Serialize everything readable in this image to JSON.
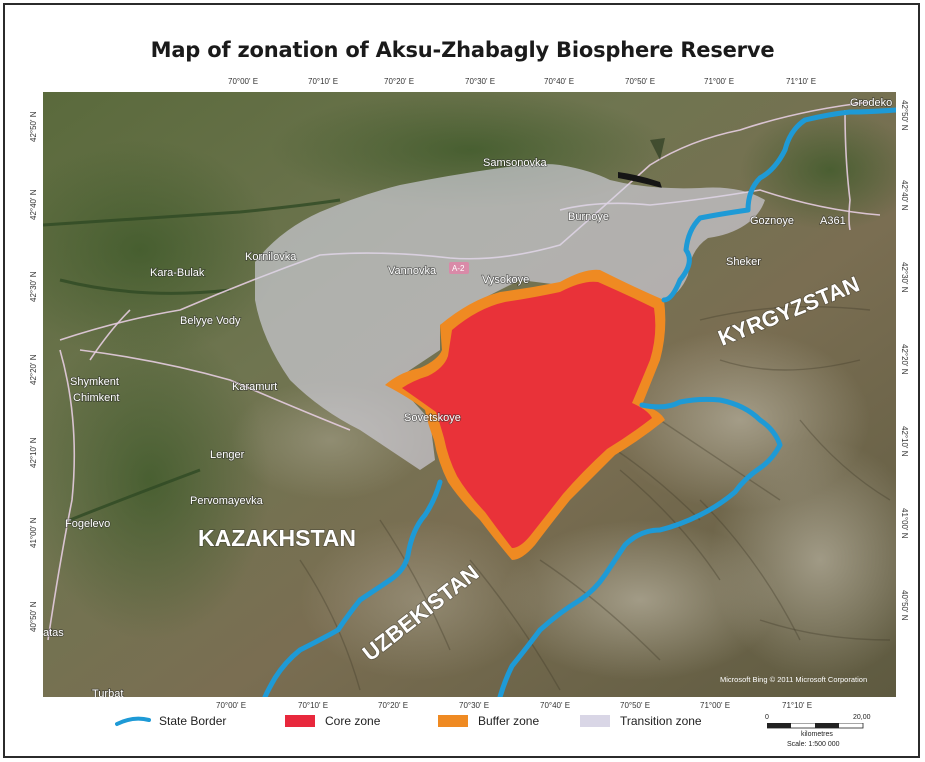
{
  "title": "Map of zonation of Aksu-Zhabagly Biosphere Reserve",
  "longitude_ticks": [
    "70°00' E",
    "70°10' E",
    "70°20' E",
    "70°30' E",
    "70°40' E",
    "70°50' E",
    "71°00' E",
    "71°10' E"
  ],
  "latitude_ticks": [
    "42°50' N",
    "42°40' N",
    "42°30' N",
    "42°20' N",
    "42°10' N",
    "41°00' N",
    "40°50' N"
  ],
  "places": {
    "grodekovo": "Grodeko",
    "samsonovka": "Samsonovka",
    "burnoye": "Burnoye",
    "goznoye": "Goznoye",
    "a361": "A361",
    "kornilovka": "Kornilovka",
    "vannovka": "Vannovka",
    "a2": "A-2",
    "vysokoye": "Vysokoye",
    "sheker": "Sheker",
    "kara_bulak": "Kara-Bulak",
    "belyye_vody": "Belyye Vody",
    "shymkent": "Shymkent",
    "chimkent": "Chimkent",
    "karamurt": "Karamurt",
    "sovetskoye": "Sovetskoye",
    "lenger": "Lenger",
    "pervomayevka": "Pervomayevka",
    "fogelevo": "Fogelevo",
    "atas": "atas",
    "turbat": "Turbat"
  },
  "countries": {
    "kazakhstan": "KAZAKHSTAN",
    "kyrgyzstan": "KYRGYZSTAN",
    "uzbekistan": "UZBEKISTAN"
  },
  "attribution": "Microsoft Bing © 2011 Microsoft Corporation",
  "legend": {
    "state_border": "State Border",
    "core_zone": "Core zone",
    "buffer_zone": "Buffer zone",
    "transition_zone": "Transition zone"
  },
  "scale": {
    "zero": "0",
    "max": "20,00",
    "unit": "kilometres",
    "ratio": "Scale: 1:500 000"
  },
  "colors": {
    "state_border": "#1e9ad6",
    "core_zone": "#e8283c",
    "buffer_zone": "#ef8a22",
    "transition_zone": "#d9d6e6"
  }
}
